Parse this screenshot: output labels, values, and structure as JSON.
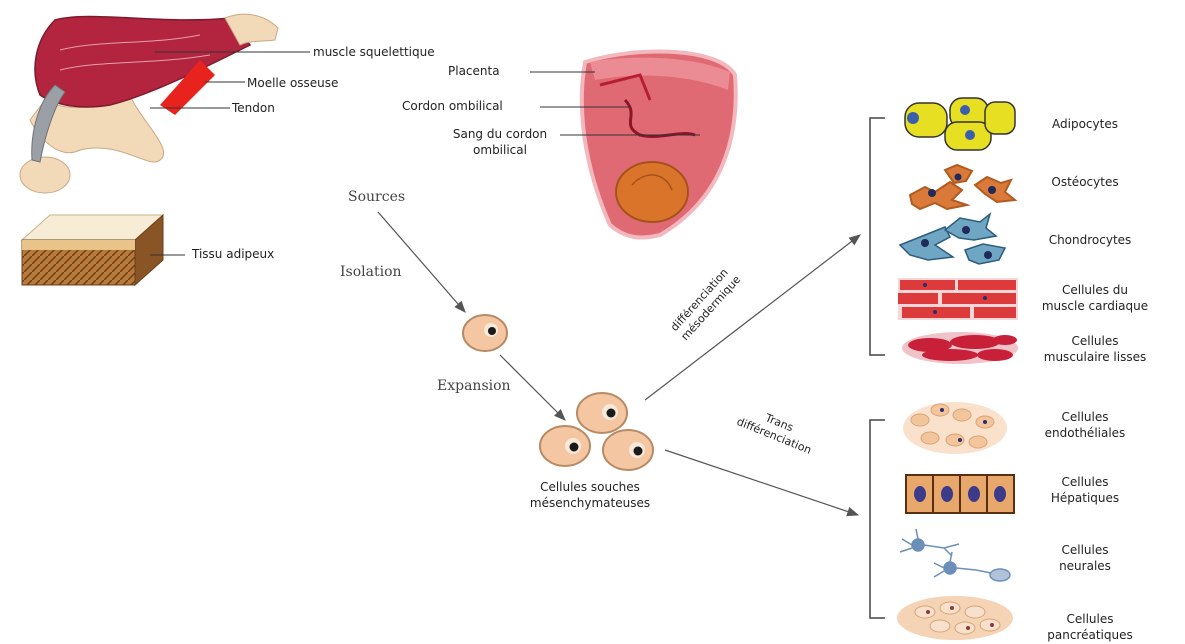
{
  "sources": {
    "muscle": "muscle squelettique",
    "bone_marrow": "Moelle osseuse",
    "tendon": "Tendon",
    "placenta": "Placenta",
    "cord": "Cordon ombilical",
    "cord_blood_line1": "Sang du cordon",
    "cord_blood_line2": "ombilical",
    "adipose": "Tissu adipeux"
  },
  "steps": {
    "sources": "Sources",
    "isolation": "Isolation",
    "expansion": "Expansion",
    "msc_line1": "Cellules souches",
    "msc_line2": "mésenchymateuses",
    "mesodermal_line1": "différenciation",
    "mesodermal_line2": "mésodermique",
    "trans_line1": "Trans",
    "trans_line2": "différenciation"
  },
  "mesodermal_cells": [
    {
      "line1": "Adipocytes",
      "line2": ""
    },
    {
      "line1": "Ostéocytes",
      "line2": ""
    },
    {
      "line1": "Chondrocytes",
      "line2": ""
    },
    {
      "line1": "Cellules du",
      "line2": "muscle cardiaque"
    },
    {
      "line1": "Cellules",
      "line2": "musculaire lisses"
    }
  ],
  "trans_cells": [
    {
      "line1": "Cellules",
      "line2": "endothéliales"
    },
    {
      "line1": "Cellules",
      "line2": "Hépatiques"
    },
    {
      "line1": "Cellules",
      "line2": "neurales"
    },
    {
      "line1": "Cellules",
      "line2": "pancréatiques"
    }
  ],
  "colors": {
    "muscle": "#b3243f",
    "bone": "#f2d9b8",
    "marrow": "#e8231e",
    "tendon": "#9aa0a6",
    "placenta": "#e06a73",
    "fetus": "#d9742a",
    "cell": "#f4c7a2",
    "adipocyte": "#e7e022",
    "osteocyte": "#d9793a",
    "chondrocyte": "#6fa6c3",
    "cardiac": "#dd3b3b",
    "smooth": "#c9203a",
    "endothelial": "#f3c59c",
    "hepatic": "#c57a3c",
    "neural": "#6b8fb8",
    "pancreatic": "#f5d3b5"
  }
}
